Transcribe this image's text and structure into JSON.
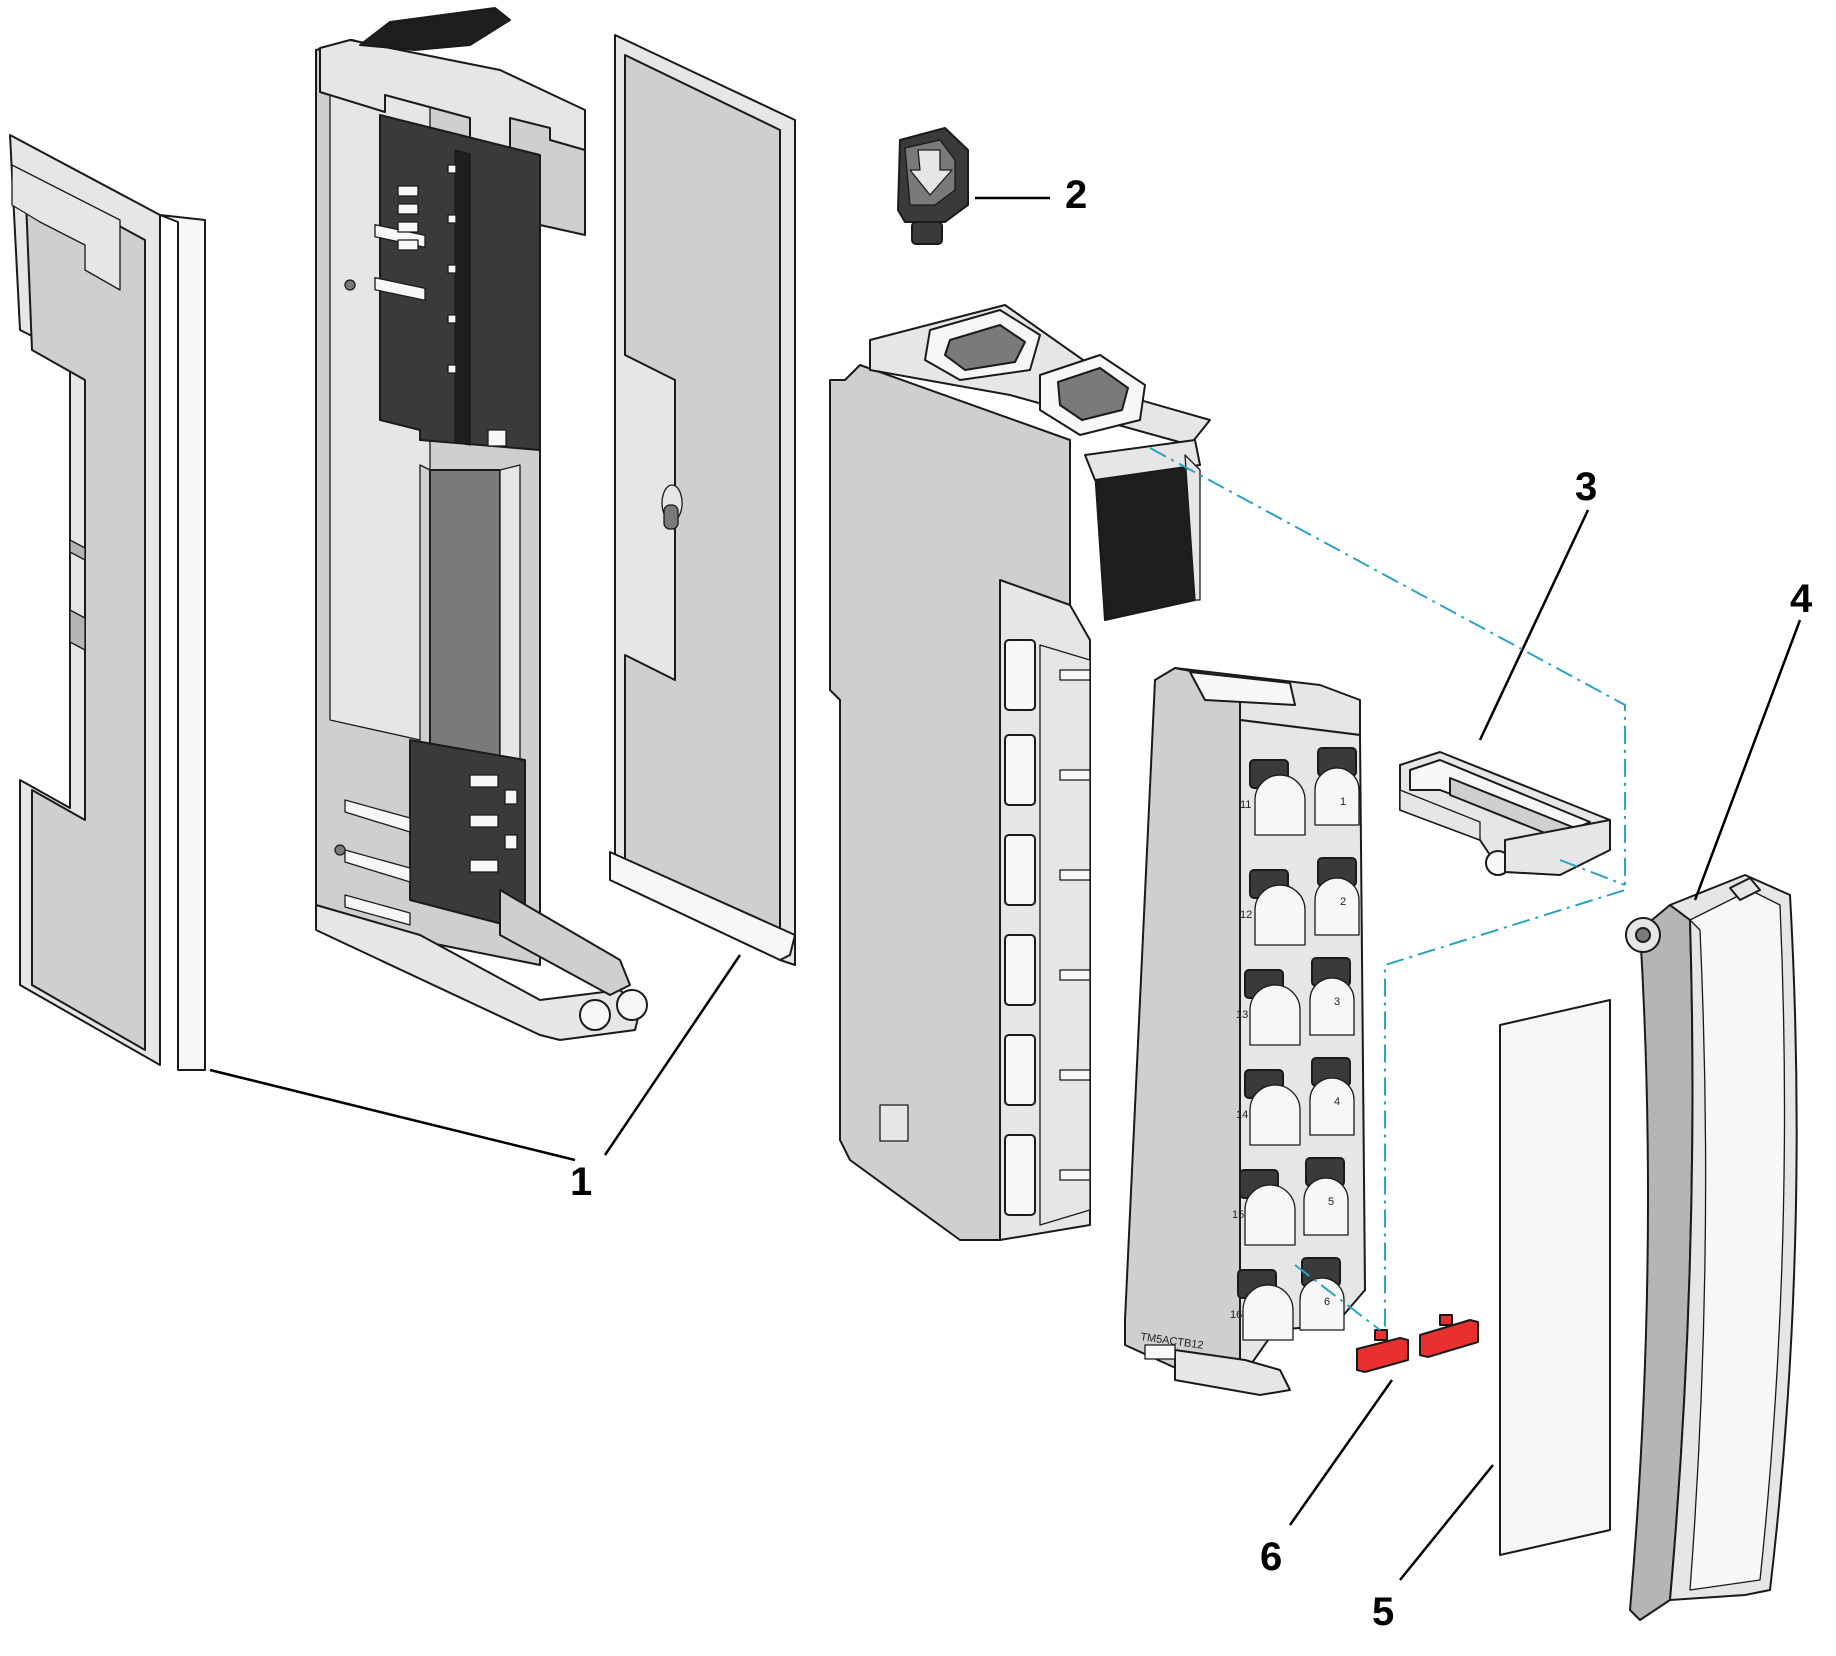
{
  "callouts": [
    {
      "id": "1",
      "label": "1"
    },
    {
      "id": "2",
      "label": "2"
    },
    {
      "id": "3",
      "label": "3"
    },
    {
      "id": "4",
      "label": "4"
    },
    {
      "id": "5",
      "label": "5"
    },
    {
      "id": "6",
      "label": "6"
    }
  ],
  "module_print": "TM5ACTB12",
  "terminal_numbers": [
    "11",
    "12",
    "13",
    "14",
    "15",
    "16",
    "1",
    "2",
    "3",
    "4",
    "5",
    "6"
  ],
  "colors": {
    "outline": "#1a1a1a",
    "body_grey": "#cfcfcf",
    "light_grey": "#e6e6e6",
    "dark_part": "#3a3a3a",
    "guide_line": "#2aa3c4",
    "coding_key": "#e8312f"
  }
}
